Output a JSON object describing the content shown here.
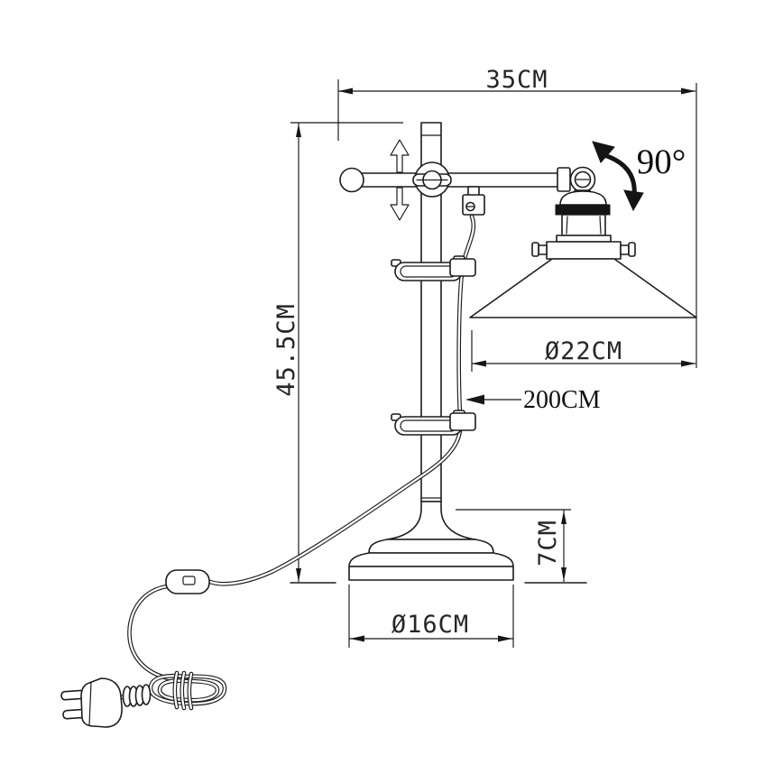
{
  "labels": {
    "overall_width": "35CM",
    "overall_height": "45.5CM",
    "shade_diameter": "Ø22CM",
    "cord_length": "200CM",
    "base_height": "7CM",
    "base_diameter": "Ø16CM",
    "rotation": "90°"
  },
  "colors": {
    "line": "#1c1c1c",
    "background": "#ffffff",
    "socket_band": "#141414"
  }
}
